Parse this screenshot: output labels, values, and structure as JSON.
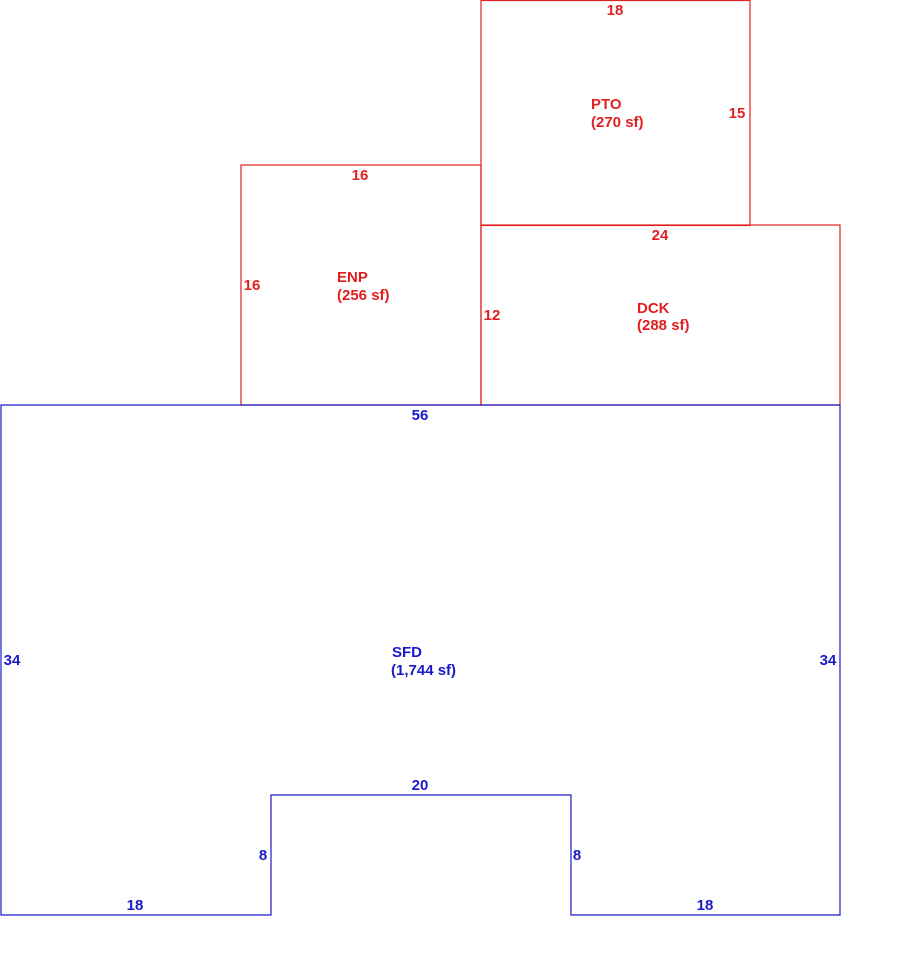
{
  "colors": {
    "red": "#e02020",
    "blue": "#1a1ac8"
  },
  "areas": {
    "pto": {
      "name": "PTO",
      "size": "(270 sf)",
      "color": "#e02020",
      "dims": {
        "top": "18",
        "right": "15"
      }
    },
    "enp": {
      "name": "ENP",
      "size": "(256 sf)",
      "color": "#e02020",
      "dims": {
        "top": "16",
        "left": "16"
      }
    },
    "dck": {
      "name": "DCK",
      "size": "(288 sf)",
      "color": "#e02020",
      "dims": {
        "top": "24",
        "left": "12"
      }
    },
    "sfd": {
      "name": "SFD",
      "size": "(1,744 sf)",
      "color": "#1a1ac8",
      "dims": {
        "top": "56",
        "left": "34",
        "right": "34",
        "notch_top": "20",
        "notch_left": "8",
        "notch_right": "8",
        "bottom_left": "18",
        "bottom_right": "18"
      }
    }
  }
}
